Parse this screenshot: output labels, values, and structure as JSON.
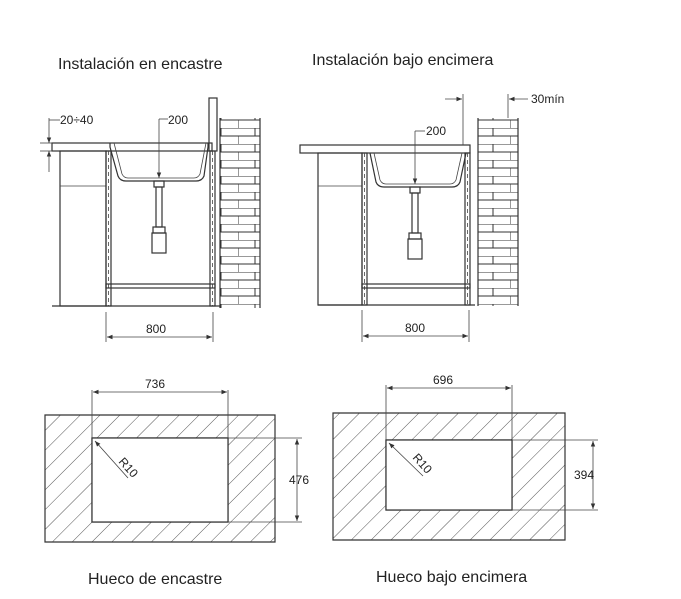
{
  "titles": {
    "top_left": "Instalación en encastre",
    "top_right": "Instalación bajo encimera",
    "bottom_left": "Hueco de encastre",
    "bottom_right": "Hueco bajo encimera"
  },
  "dimensions": {
    "thickness": "20÷40",
    "depth_left": "200",
    "depth_right": "200",
    "cabinet_left": "800",
    "cabinet_right": "800",
    "min_gap": "30mín",
    "cutout_left_width": "736",
    "cutout_left_height": "476",
    "cutout_left_radius": "R10",
    "cutout_right_width": "696",
    "cutout_right_height": "394",
    "cutout_right_radius": "R10"
  },
  "colors": {
    "line": "#333333",
    "hatch": "#555555",
    "background": "#ffffff"
  }
}
